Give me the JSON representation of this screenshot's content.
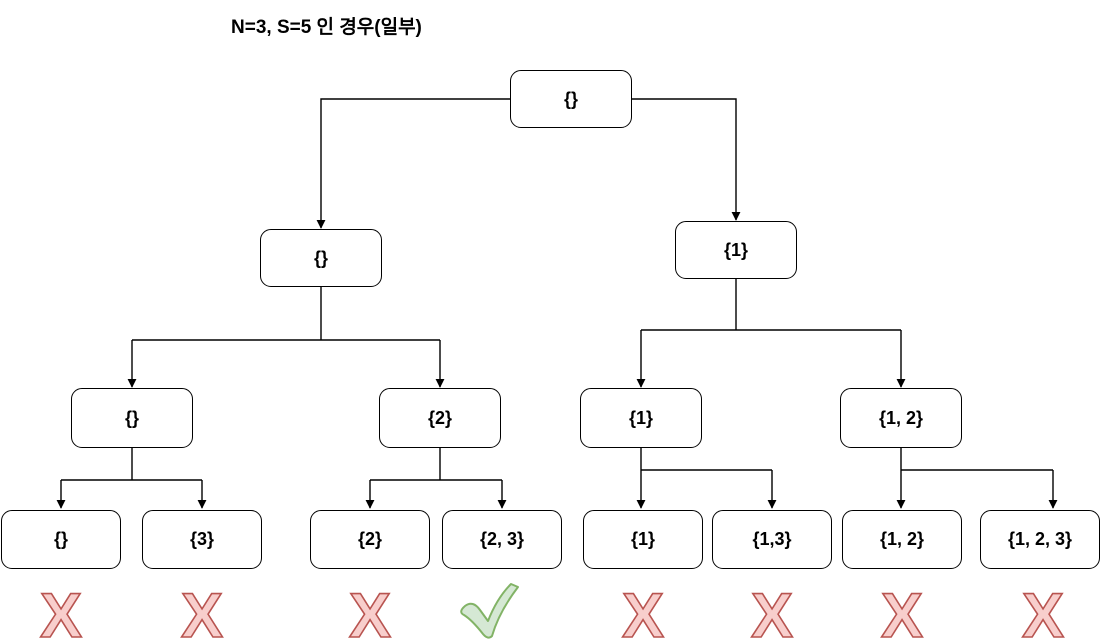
{
  "title": "N=3, S=5 인 경우(일부)",
  "tree": {
    "root": {
      "label": "{}"
    },
    "level2": [
      {
        "label": "{}"
      },
      {
        "label": "{1}"
      }
    ],
    "level3": [
      {
        "label": "{}"
      },
      {
        "label": "{2}"
      },
      {
        "label": "{1}"
      },
      {
        "label": "{1, 2}"
      }
    ],
    "leaves": [
      {
        "label": "{}"
      },
      {
        "label": "{3}"
      },
      {
        "label": "{2}"
      },
      {
        "label": "{2, 3}"
      },
      {
        "label": "{1}"
      },
      {
        "label": "{1,3}"
      },
      {
        "label": "{1, 2}"
      },
      {
        "label": "{1, 2, 3}"
      }
    ]
  },
  "marks": [
    {
      "symbol": "X",
      "status": "fail"
    },
    {
      "symbol": "X",
      "status": "fail"
    },
    {
      "symbol": "X",
      "status": "fail"
    },
    {
      "symbol": "✓",
      "status": "pass"
    },
    {
      "symbol": "X",
      "status": "fail"
    },
    {
      "symbol": "X",
      "status": "fail"
    },
    {
      "symbol": "X",
      "status": "fail"
    },
    {
      "symbol": "X",
      "status": "fail"
    }
  ],
  "colors": {
    "fail_fill": "#f8cecc",
    "fail_stroke": "#b85450",
    "pass_fill": "#d5e8d4",
    "pass_stroke": "#82b366",
    "line": "#000000",
    "node_fill": "#ffffff",
    "node_border": "#000000",
    "text": "#000000"
  }
}
